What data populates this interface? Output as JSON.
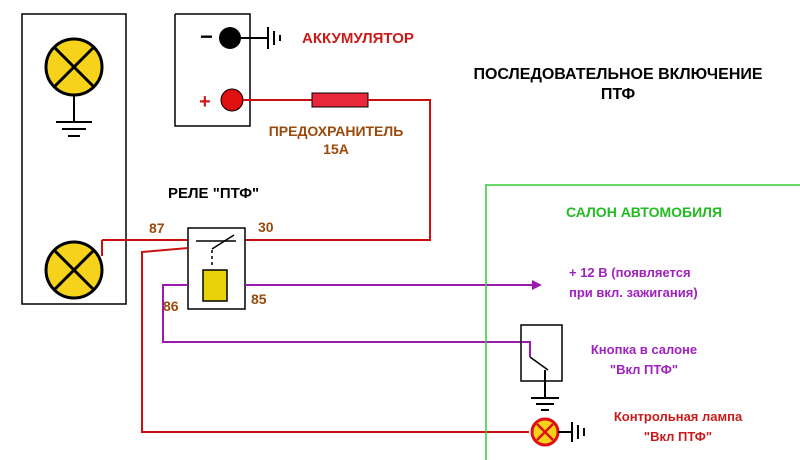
{
  "title": {
    "line1": "ПОСЛЕДОВАТЕЛЬНОЕ ВКЛЮЧЕНИЕ",
    "line2": "ПТФ"
  },
  "battery": {
    "label": "АККУМУЛЯТОР",
    "minus": "−",
    "plus": "+"
  },
  "fuse": {
    "label_line1": "ПРЕДОХРАНИТЕЛЬ",
    "label_line2": "15А"
  },
  "relay": {
    "label": "РЕЛЕ \"ПТФ\"",
    "pins": {
      "p87": "87",
      "p30": "30",
      "p86": "86",
      "p85": "85"
    }
  },
  "cabin": {
    "label": "САЛОН АВТОМОБИЛЯ",
    "ignition_line1": "+ 12 В (появляется",
    "ignition_line2": "при вкл. зажигания)",
    "button_line1": "Кнопка в салоне",
    "button_line2": "\"Вкл ПТФ\"",
    "lamp_line1": "Контрольная лампа",
    "lamp_line2": "\"Вкл ПТФ\""
  },
  "colors": {
    "wire_red": "#cc1010",
    "wire_purple": "#9a1ab0",
    "cabin_border": "#33cc33",
    "cabin_text": "#22bb22",
    "label_red": "#cc1a1a",
    "label_brown": "#9a4a0a",
    "label_purple": "#a020c0",
    "lamp_fill": "#f6d31a",
    "fuse_fill": "#e8283a",
    "relay_coil": "#e8d20a",
    "terminal_red": "#e01010",
    "black": "#000000"
  }
}
